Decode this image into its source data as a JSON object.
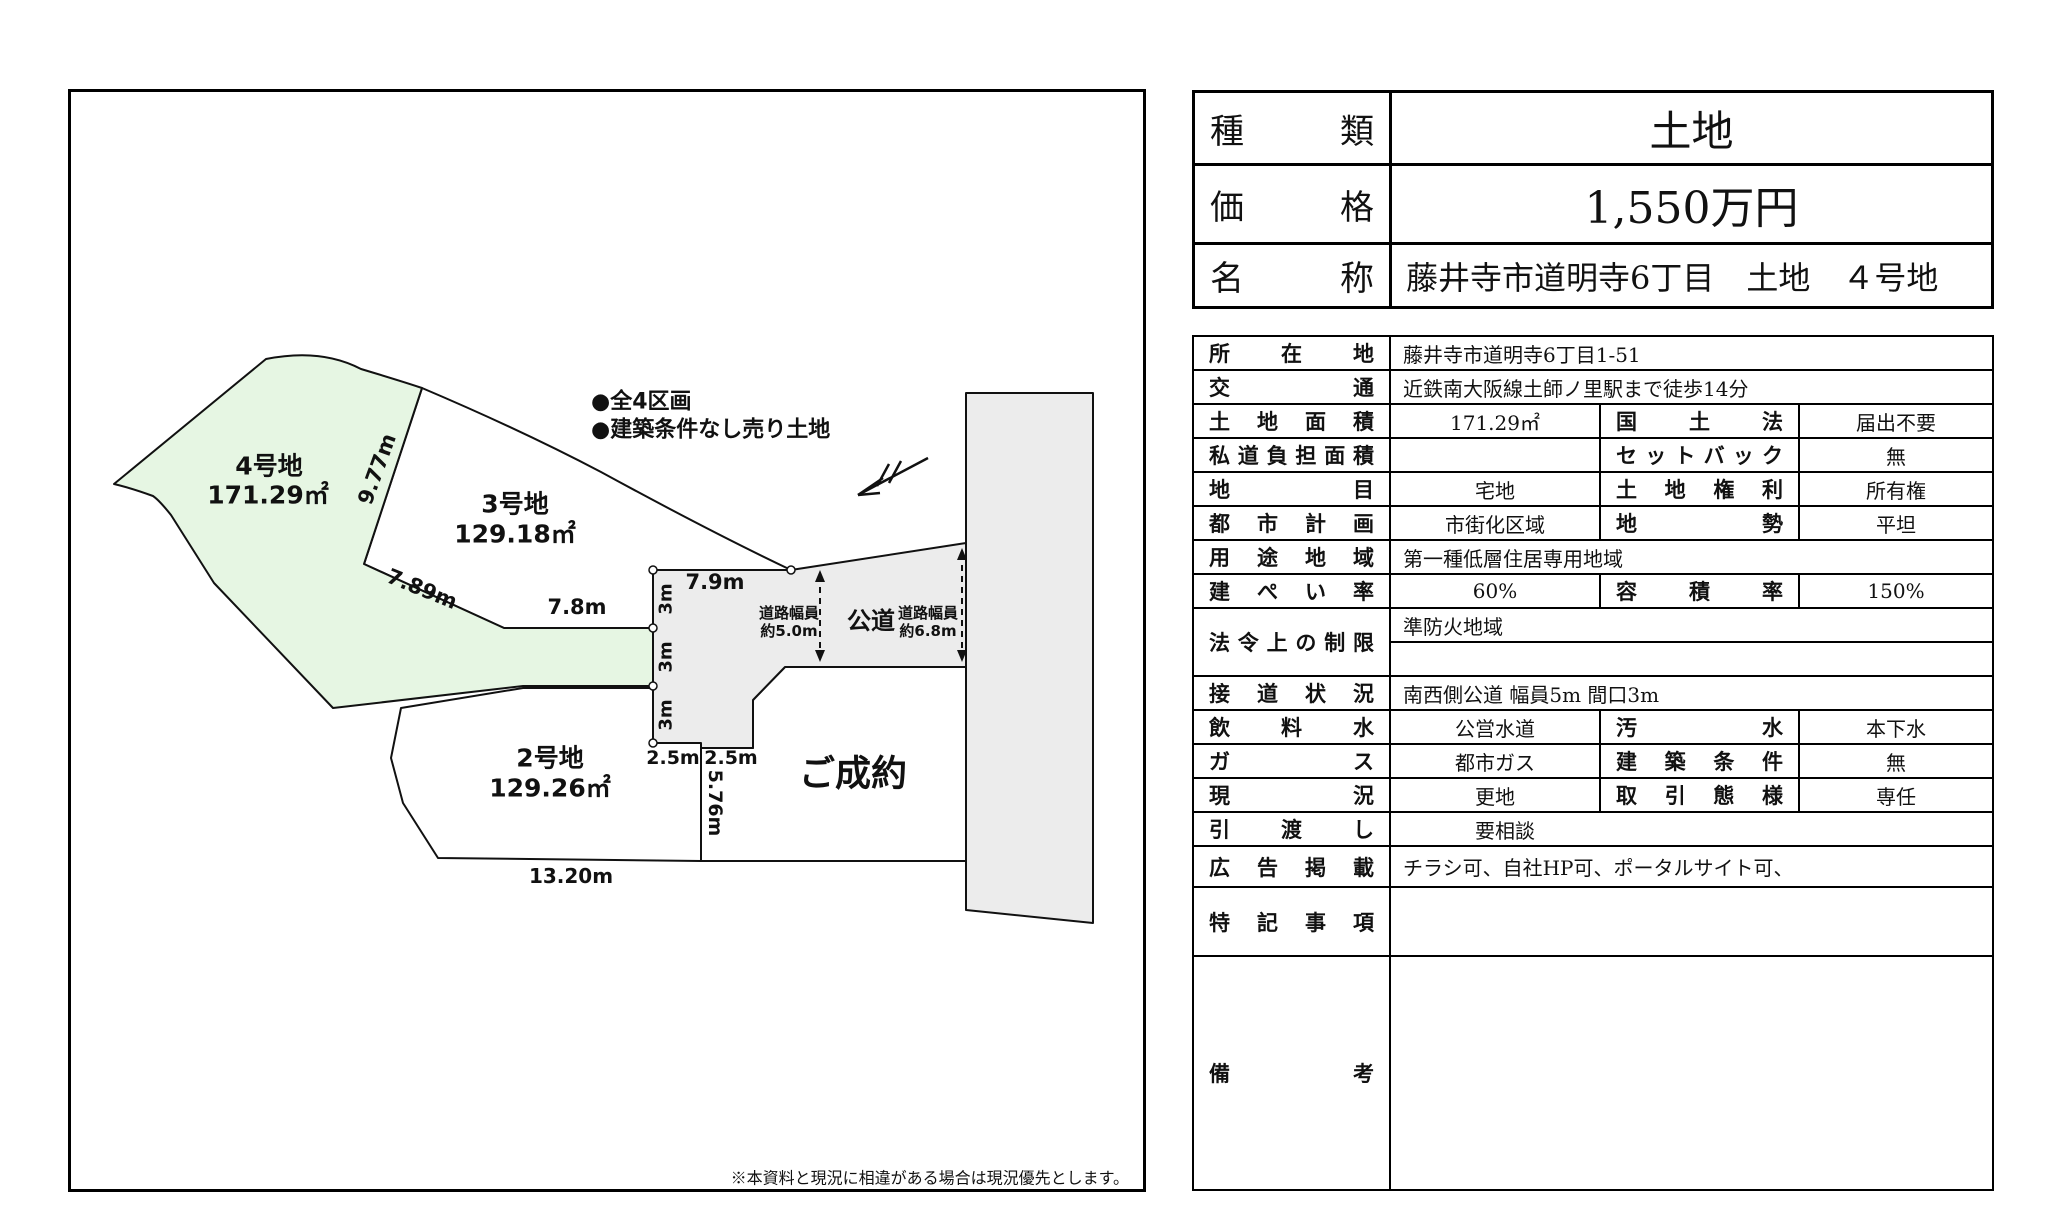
{
  "colors": {
    "lot_highlight": "#e6f6e3",
    "road_fill": "#ececec",
    "line": "#111111"
  },
  "diagram": {
    "note1": "●全4区画",
    "note2": "●建築条件なし売り土地",
    "lot4_name": "4号地",
    "lot4_area": "171.29㎡",
    "lot3_name": "3号地",
    "lot3_area": "129.18㎡",
    "lot2_name": "2号地",
    "lot2_area": "129.26㎡",
    "sold_label": "ご成約",
    "road_label": "公道",
    "road_width_label_left": "道路幅員",
    "road_width_left": "約5.0m",
    "road_width_label_right": "道路幅員",
    "road_width_right": "約6.8m",
    "dim_977": "9.77m",
    "dim_789": "7.89m",
    "dim_78": "7.8m",
    "dim_79": "7.9m",
    "dim_3m_1": "3m",
    "dim_3m_2": "3m",
    "dim_3m_3": "3m",
    "dim_25_left": "2.5m",
    "dim_25_right": "2.5m",
    "dim_576": "5.76m",
    "dim_1320": "13.20m",
    "disclaimer": "※本資料と現況に相違がある場合は現況優先とします。"
  },
  "summary": {
    "rows": [
      {
        "label": "種類",
        "value": "土地"
      },
      {
        "label": "価格",
        "value": "1,550万円"
      },
      {
        "label": "名称",
        "value": "藤井寺市道明寺6丁目　土地　４号地"
      }
    ]
  },
  "detail": {
    "rows": [
      {
        "label": "所在地",
        "value": "藤井寺市道明寺6丁目1-51"
      },
      {
        "label": "交通",
        "value": "近鉄南大阪線土師ノ里駅まで徒歩14分"
      },
      {
        "label": "土地面積",
        "value": "171.29㎡",
        "label2": "国土法",
        "value2": "届出不要"
      },
      {
        "label": "私道負担面積",
        "value": "",
        "label2": "セットバック",
        "value2": "無"
      },
      {
        "label": "地目",
        "value": "宅地",
        "label2": "土地権利",
        "value2": "所有権"
      },
      {
        "label": "都市計画",
        "value": "市街化区域",
        "label2": "地勢",
        "value2": "平坦"
      },
      {
        "label": "用途地域",
        "value": "第一種低層住居専用地域"
      },
      {
        "label": "建ぺい率",
        "value": "60%",
        "label2": "容積率",
        "value2": "150%"
      },
      {
        "label": "法令上の制限",
        "value": "準防火地域",
        "value2": ""
      },
      {
        "label": "接道状況",
        "value": "南西側公道 幅員5m 間口3m"
      },
      {
        "label": "飲料水",
        "value": "公営水道",
        "label2": "汚水",
        "value2": "本下水"
      },
      {
        "label": "ガス",
        "value": "都市ガス",
        "label2": "建築条件",
        "value2": "無"
      },
      {
        "label": "現況",
        "value": "更地",
        "label2": "取引態様",
        "value2": "専任"
      },
      {
        "label": "引渡し",
        "value": "要相談"
      },
      {
        "label": "広告掲載",
        "value": "チラシ可、自社HP可、ポータルサイト可、"
      },
      {
        "label": "特記事項",
        "value": ""
      },
      {
        "label": "備考",
        "value": ""
      }
    ]
  }
}
